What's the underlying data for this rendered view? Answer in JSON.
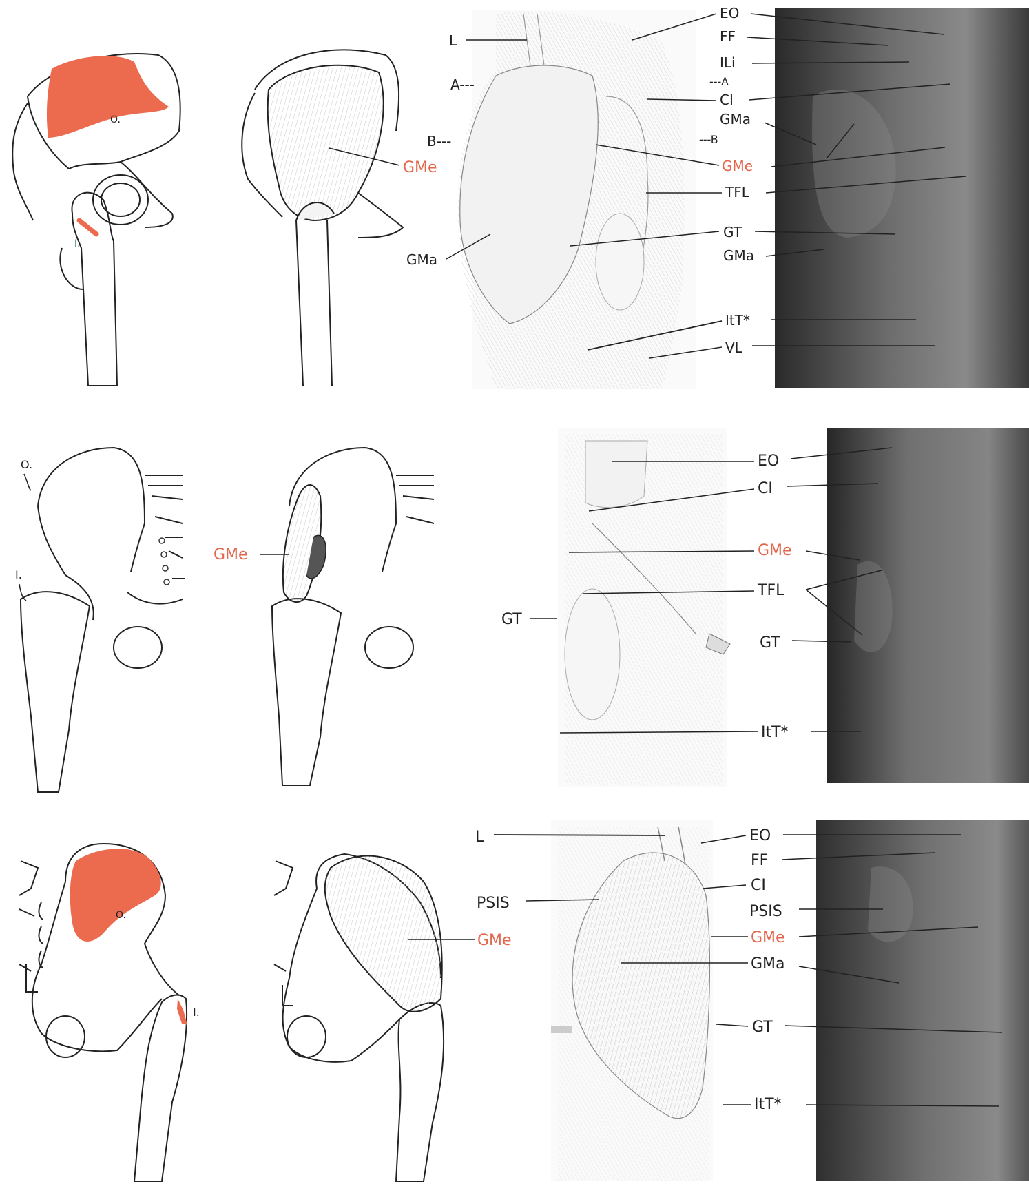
{
  "colors": {
    "attachment": "#ec6a4e",
    "label_highlight": "#e2674c",
    "ink": "#222222",
    "photo_dark": "#3a3a3a"
  },
  "rows": [
    {
      "origin_marker": "O.",
      "insertion_marker": "I.",
      "muscle_label": "GMe",
      "side_labels": [
        {
          "text": "L"
        },
        {
          "text": "A---"
        },
        {
          "text": "B---"
        },
        {
          "text": "GMa"
        }
      ],
      "labels": [
        {
          "text": "EO",
          "highlight": false
        },
        {
          "text": "FF",
          "highlight": false
        },
        {
          "text": "ILi",
          "highlight": false
        },
        {
          "text": "---A",
          "highlight": false
        },
        {
          "text": "CI",
          "highlight": false
        },
        {
          "text": "GMa",
          "highlight": false
        },
        {
          "text": "---B",
          "highlight": false
        },
        {
          "text": "GMe",
          "highlight": true
        },
        {
          "text": "TFL",
          "highlight": false
        },
        {
          "text": "GT",
          "highlight": false
        },
        {
          "text": "GMa",
          "highlight": false
        },
        {
          "text": "ItT*",
          "highlight": false
        },
        {
          "text": "VL",
          "highlight": false
        }
      ]
    },
    {
      "origin_marker": "O.",
      "insertion_marker": "I.",
      "muscle_label": "GMe",
      "side_labels": [
        {
          "text": "GT"
        }
      ],
      "labels": [
        {
          "text": "EO",
          "highlight": false
        },
        {
          "text": "CI",
          "highlight": false
        },
        {
          "text": "GMe",
          "highlight": true
        },
        {
          "text": "TFL",
          "highlight": false
        },
        {
          "text": "GT",
          "highlight": false
        },
        {
          "text": "ItT*",
          "highlight": false
        }
      ]
    },
    {
      "origin_marker": "O.",
      "insertion_marker": "I.",
      "muscle_label": "GMe",
      "side_labels": [
        {
          "text": "L"
        },
        {
          "text": "PSIS"
        }
      ],
      "labels": [
        {
          "text": "EO",
          "highlight": false
        },
        {
          "text": "FF",
          "highlight": false
        },
        {
          "text": "CI",
          "highlight": false
        },
        {
          "text": "PSIS",
          "highlight": false
        },
        {
          "text": "GMe",
          "highlight": true
        },
        {
          "text": "GMa",
          "highlight": false
        },
        {
          "text": "GT",
          "highlight": false
        },
        {
          "text": "ItT*",
          "highlight": false
        }
      ]
    }
  ]
}
